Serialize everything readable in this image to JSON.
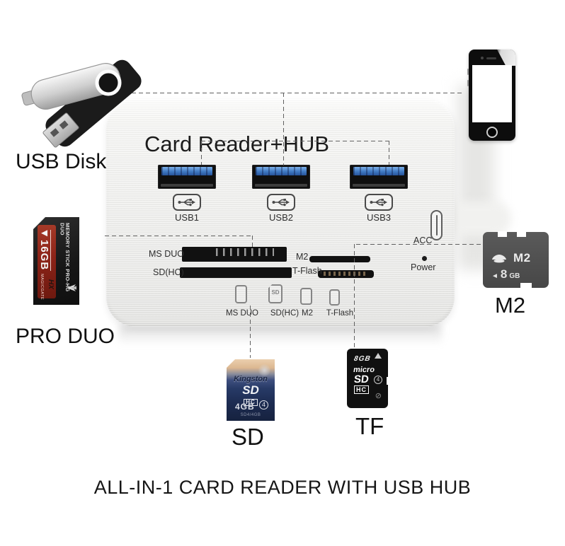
{
  "colors": {
    "background": "#ffffff",
    "device_silver": "#ededeb",
    "usb_blue": "#3f79c2",
    "slot_black": "#111111",
    "label_text": "#2e2e2e",
    "pro_duo_red": "#8c2318",
    "sd_navy": "#273a66",
    "sd_tan": "#e6c6a4",
    "m2_gray": "#4d4d4d",
    "caption_text": "#111111"
  },
  "device": {
    "title": "Card Reader+HUB",
    "usb_ports": [
      {
        "label": "USB1"
      },
      {
        "label": "USB2"
      },
      {
        "label": "USB3"
      }
    ],
    "acc_label": "ACC",
    "power_label": "Power",
    "slots": {
      "ms_duo": "MS DUO",
      "sd_hc": "SD(HC)",
      "m2": "M2",
      "t_flash": "T-Flash"
    },
    "card_icons": {
      "ms_duo": "MS DUO",
      "sd_hc": "SD(HC)",
      "sd_icon_text": "SD",
      "m2": "M2",
      "t_flash": "T-Flash"
    }
  },
  "peripherals": {
    "usb_disk": {
      "caption": "USB Disk"
    },
    "pro_duo": {
      "caption": "PRO DUO",
      "capacity_text": "◄16GB",
      "brand_text": "MEMORY STICK PRO-HG DUO",
      "magicgate_text": "MAGICGATE",
      "hx_text": "HX"
    },
    "m2_card": {
      "caption": "M2",
      "logo_text": "M2",
      "arrow": "◄",
      "capacity_num": "8",
      "capacity_unit": "GB"
    },
    "sd_card": {
      "caption": "SD",
      "brand": "Kingston",
      "logo_sd": "SD",
      "logo_hc": "HC",
      "capacity": "4GB",
      "speed_class": "4",
      "model_text": "SD4/4GB"
    },
    "tf_card": {
      "caption": "TF",
      "capacity": "8GB",
      "logo_micro": "micro",
      "logo_sd": "SD",
      "logo_hc": "HC",
      "speed_class": "4",
      "lock_symbol": "⊘"
    }
  },
  "footer": {
    "caption": "ALL-IN-1 CARD READER WITH USB HUB"
  }
}
